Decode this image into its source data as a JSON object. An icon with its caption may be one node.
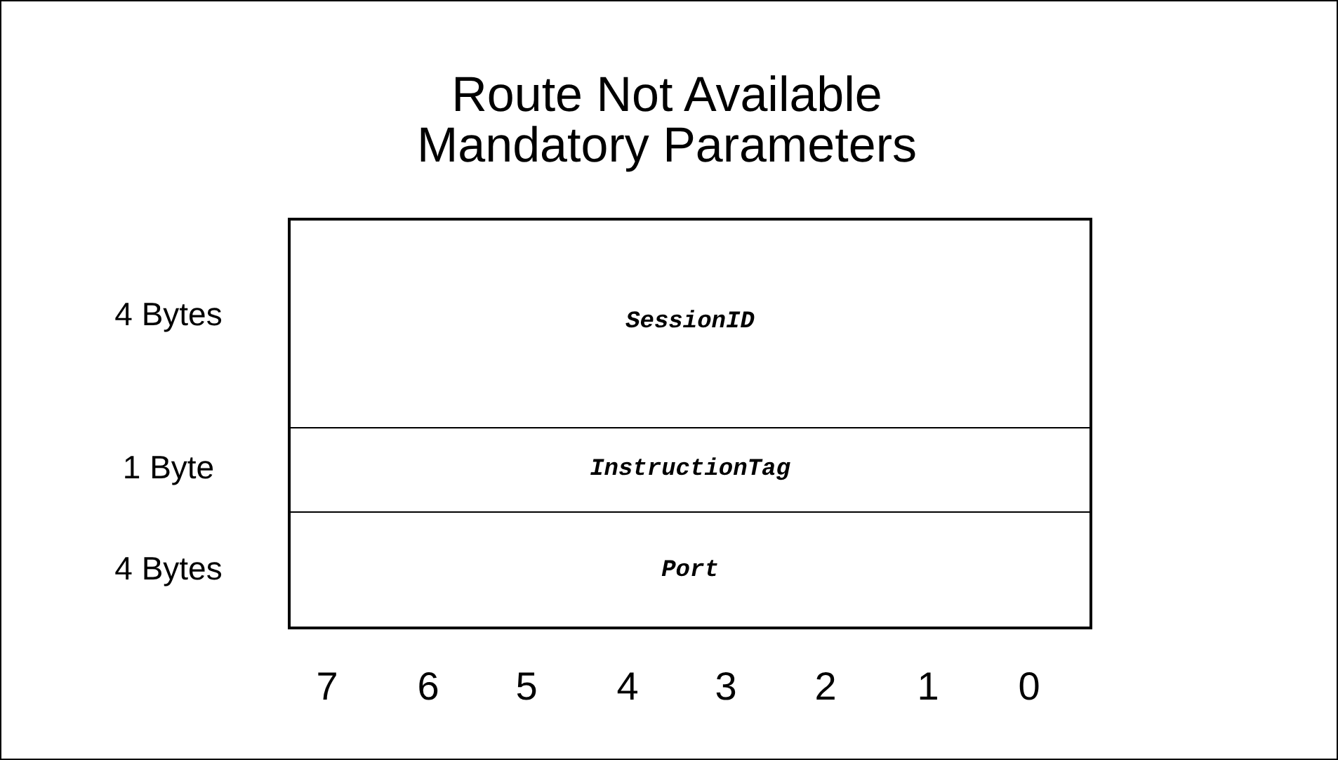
{
  "diagram": {
    "title": "Route Not Available Mandatory Parameters",
    "nodes": [
      {
        "text": [
          "SessionID"
        ]
      },
      {
        "text": [
          "InstructionTag"
        ]
      },
      {
        "text": [
          "Port"
        ]
      }
    ],
    "labels": [
      "4 Bytes",
      "1 Byte",
      "4 Bytes",
      "7",
      "6",
      "5",
      "4",
      "3",
      "2",
      "1",
      "0"
    ]
  }
}
